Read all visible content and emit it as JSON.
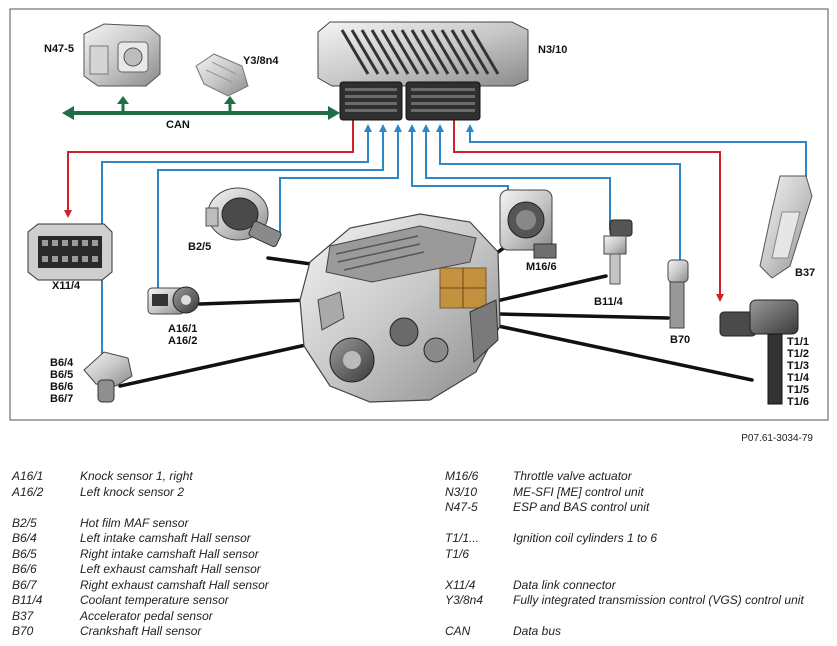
{
  "colors": {
    "can_bus": "#1f6e45",
    "input_signal": "#2f86c4",
    "output_signal": "#d1202c"
  },
  "labels": {
    "n47_5": "N47-5",
    "y3_8n4": "Y3/8n4",
    "n3_10": "N3/10",
    "can": "CAN",
    "x11_4": "X11/4",
    "b2_5": "B2/5",
    "m16_6": "M16/6",
    "b11_4": "B11/4",
    "b37": "B37",
    "b70": "B70",
    "a16_1": "A16/1",
    "a16_2": "A16/2",
    "b6_codes": [
      "B6/4",
      "B6/5",
      "B6/6",
      "B6/7"
    ],
    "t1_codes": [
      "T1/1",
      "T1/2",
      "T1/3",
      "T1/4",
      "T1/5",
      "T1/6"
    ]
  },
  "figure_ref": "P07.61-3034-79",
  "legend_left": [
    {
      "code": "A16/1",
      "desc": "Knock sensor 1, right"
    },
    {
      "code": "A16/2",
      "desc": "Left knock sensor 2"
    },
    null,
    {
      "code": "B2/5",
      "desc": "Hot film MAF sensor"
    },
    {
      "code": "B6/4",
      "desc": "Left intake camshaft Hall sensor"
    },
    {
      "code": "B6/5",
      "desc": "Right intake camshaft Hall sensor"
    },
    {
      "code": "B6/6",
      "desc": "Left exhaust camshaft Hall sensor"
    },
    {
      "code": "B6/7",
      "desc": "Right exhaust camshaft Hall sensor"
    },
    {
      "code": "B11/4",
      "desc": "Coolant temperature sensor"
    },
    {
      "code": "B37",
      "desc": "Accelerator pedal sensor"
    },
    {
      "code": "B70",
      "desc": "Crankshaft Hall sensor"
    }
  ],
  "legend_right": [
    {
      "code": "M16/6",
      "desc": "Throttle valve actuator"
    },
    {
      "code": "N3/10",
      "desc": "ME-SFI [ME] control unit"
    },
    {
      "code": "N47-5",
      "desc": "ESP and BAS control unit"
    },
    null,
    {
      "code": "T1/1...",
      "desc": "Ignition coil cylinders 1 to 6"
    },
    {
      "code": "T1/6",
      "desc": ""
    },
    null,
    {
      "code": "X11/4",
      "desc": "Data link connector"
    },
    {
      "code": "Y3/8n4",
      "desc": "Fully integrated transmission control (VGS) control unit"
    },
    null,
    {
      "code": "CAN",
      "desc": "Data bus"
    }
  ]
}
